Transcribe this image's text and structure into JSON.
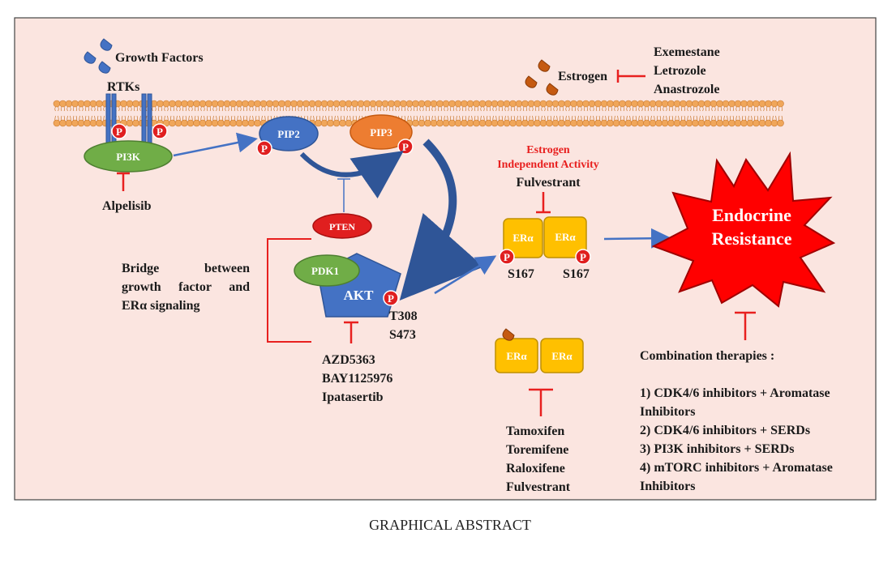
{
  "growth_factors": "Growth Factors",
  "rtks": "RTKs",
  "pi3k": "PI3K",
  "alpelisib": "Alpelisib",
  "pip2": "PIP2",
  "pip3": "PIP3",
  "pten": "PTEN",
  "pdk1": "PDK1",
  "akt": "AKT",
  "phospho": "P",
  "akt_sites": [
    "T308",
    "S473"
  ],
  "akt_inhibitors": [
    "AZD5363",
    "BAY1125976",
    "Ipatasertib"
  ],
  "bridge_text": "Bridge between growth factor and ERα signaling",
  "estrogen": "Estrogen",
  "aromatase_inhibitors": [
    "Exemestane",
    "Letrozole",
    "Anastrozole"
  ],
  "estrogen_independent": [
    "Estrogen",
    "Independent Activity"
  ],
  "fulvestrant_top": "Fulvestrant",
  "er_alpha": "ERα",
  "er_sites": [
    "S167",
    "S167"
  ],
  "serm_list": [
    "Tamoxifen",
    "Toremifene",
    "Raloxifene",
    "Fulvestrant"
  ],
  "endocrine_resistance": [
    "Endocrine",
    "Resistance"
  ],
  "combo_title": "Combination therapies :",
  "combo_items": [
    "1) CDK4/6 inhibitors + Aromatase Inhibitors",
    "2) CDK4/6 inhibitors + SERDs",
    "3) PI3K inhibitors + SERDs",
    "4) mTORC inhibitors + Aromatase Inhibitors"
  ],
  "caption": "GRAPHICAL ABSTRACT",
  "colors": {
    "background": "#fbe5e0",
    "membrane": "#f0a65a",
    "pi3k": "#70ad47",
    "pip": "#4472c4",
    "pip3": "#ed7d31",
    "er": "#ffc000",
    "phospho": "#e01f1f",
    "inhibit": "#e8201f",
    "arrow": "#4472c4",
    "star": "#ff0000"
  }
}
